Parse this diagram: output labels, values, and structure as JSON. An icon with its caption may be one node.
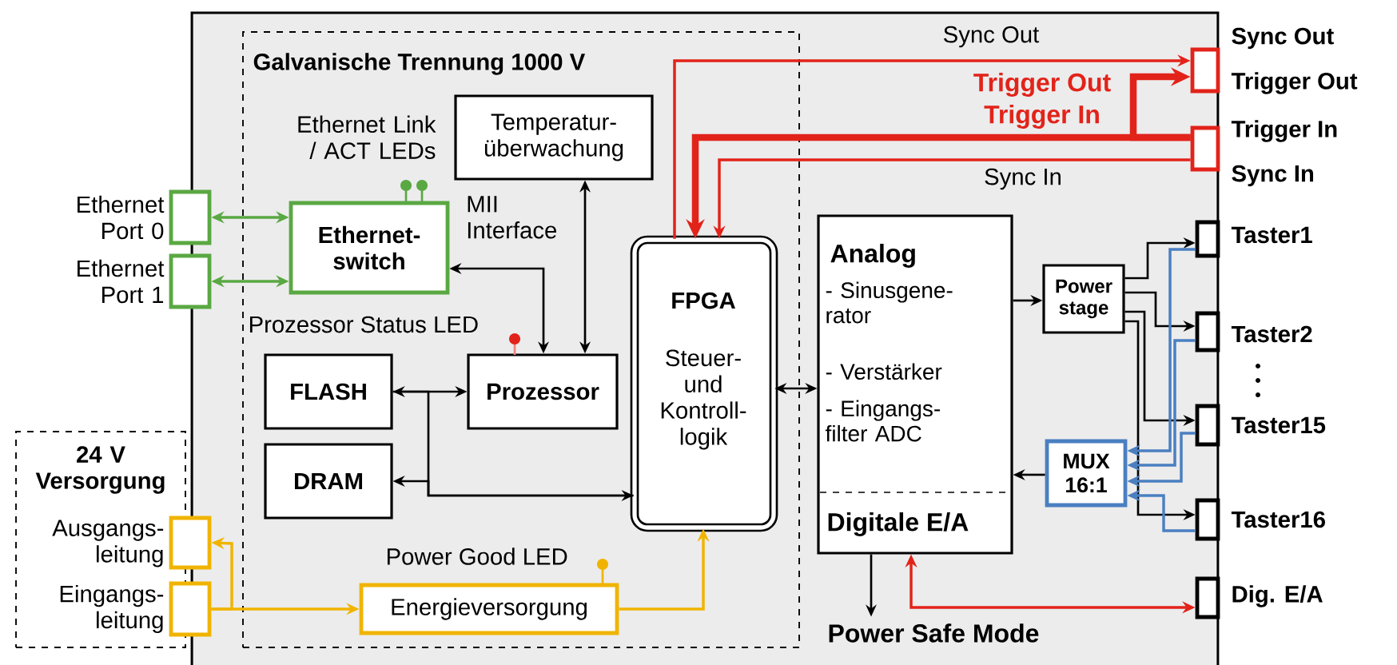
{
  "diagram": {
    "nodes": [
      {
        "text": [
          "Galvanische Trennung 1000 V"
        ]
      },
      {
        "text": [],
        "shape": "box",
        "beside": [
          "Ethernet Port 0"
        ]
      },
      {
        "text": [],
        "shape": "box",
        "beside": [
          "Ethernet Port 1"
        ]
      },
      {
        "text": [
          "Ethernet- switch"
        ],
        "in": 0
      },
      {
        "text": [
          "Temperatur- überwachung"
        ],
        "in": 0
      },
      {
        "text": [
          "FLASH"
        ],
        "in": 0
      },
      {
        "text": [
          "DRAM"
        ],
        "in": 0
      },
      {
        "text": [
          "Prozessor"
        ],
        "in": 0
      },
      {
        "text": [
          "FPGA",
          "Steuer- und Kontroll- logik"
        ],
        "in": 0
      },
      {
        "text": [
          "Energieversorgung"
        ],
        "in": 0
      },
      {
        "text": [
          "24 V Versorgung"
        ]
      },
      {
        "text": [],
        "shape": "box",
        "beside": [
          "Ausgangs- leitung"
        ]
      },
      {
        "text": [],
        "shape": "box",
        "beside": [
          "Eingangs- leitung"
        ]
      },
      {
        "text": [
          "Analog",
          "- Sinusgene- rator",
          "- Verstärker",
          "- Eingangs- filter ADC",
          "Digitale E/A"
        ]
      },
      {
        "text": [
          "Power stage"
        ]
      },
      {
        "text": [
          "MUX 16:1"
        ]
      },
      {
        "text": [],
        "shape": "box",
        "beside": [
          "Sync Out",
          "Trigger Out"
        ]
      },
      {
        "text": [],
        "shape": "box",
        "beside": [
          "Trigger In",
          "Sync In"
        ]
      },
      {
        "text": [],
        "shape": "box",
        "beside": [
          "Taster1"
        ]
      },
      {
        "text": [],
        "shape": "box",
        "beside": [
          "Taster2"
        ]
      },
      {
        "text": [],
        "shape": "box",
        "beside": [
          "Taster15"
        ]
      },
      {
        "text": [],
        "shape": "box",
        "beside": [
          "Taster16"
        ]
      },
      {
        "text": [],
        "shape": "box",
        "beside": [
          "Dig. E/A"
        ]
      },
      {
        "text": [
          "Power Safe Mode"
        ]
      }
    ],
    "edges": [
      {
        "from": 1,
        "to": 3,
        "arrow": "both",
        "color": "#5aa843"
      },
      {
        "from": 2,
        "to": 3,
        "arrow": "both",
        "color": "#5aa843"
      },
      {
        "from": 7,
        "to": 3,
        "arrow": "both",
        "label": "MII Interface"
      },
      {
        "from": 4,
        "to": 7,
        "arrow": "both"
      },
      {
        "from": 5,
        "to": 7,
        "arrow": "both"
      },
      {
        "from": 8,
        "to": 6,
        "arrow": "to"
      },
      {
        "from": 5,
        "to": 8,
        "arrow": "to"
      },
      {
        "from": 8,
        "to": 13,
        "arrow": "both"
      },
      {
        "from": 8,
        "to": 16,
        "arrow": "to",
        "color": "#e2231a",
        "label": "Sync Out"
      },
      {
        "from": 17,
        "to": 8,
        "arrow": "to",
        "color": "#e2231a",
        "style": "thick",
        "label": "Trigger In"
      },
      {
        "from": 17,
        "to": 16,
        "arrow": "to",
        "color": "#e2231a",
        "style": "thick",
        "label": "Trigger Out"
      },
      {
        "from": 17,
        "to": 8,
        "arrow": "to",
        "color": "#e2231a",
        "label": "Sync In"
      },
      {
        "from": 13,
        "to": 14,
        "arrow": "to"
      },
      {
        "from": 14,
        "to": 18,
        "arrow": "to"
      },
      {
        "from": 14,
        "to": 19,
        "arrow": "to"
      },
      {
        "from": 14,
        "to": 20,
        "arrow": "to"
      },
      {
        "from": 14,
        "to": 21,
        "arrow": "to"
      },
      {
        "from": 18,
        "to": 15,
        "arrow": "to",
        "color": "#4a7fc1"
      },
      {
        "from": 19,
        "to": 15,
        "arrow": "to",
        "color": "#4a7fc1"
      },
      {
        "from": 20,
        "to": 15,
        "arrow": "to",
        "color": "#4a7fc1"
      },
      {
        "from": 21,
        "to": 15,
        "arrow": "to",
        "color": "#4a7fc1"
      },
      {
        "from": 15,
        "to": 13,
        "arrow": "to"
      },
      {
        "from": 13,
        "to": 23,
        "arrow": "to"
      },
      {
        "from": 13,
        "to": 22,
        "arrow": "both",
        "color": "#e2231a"
      },
      {
        "from": 12,
        "to": 11,
        "arrow": "to",
        "color": "#f0b400"
      },
      {
        "from": 12,
        "to": 9,
        "arrow": "to",
        "color": "#f0b400"
      },
      {
        "from": 9,
        "to": 8,
        "arrow": "to",
        "color": "#f0b400"
      }
    ],
    "labels": [
      "Ethernet Link / ACT LEDs",
      "Prozessor Status LED",
      "Power Good LED"
    ]
  }
}
